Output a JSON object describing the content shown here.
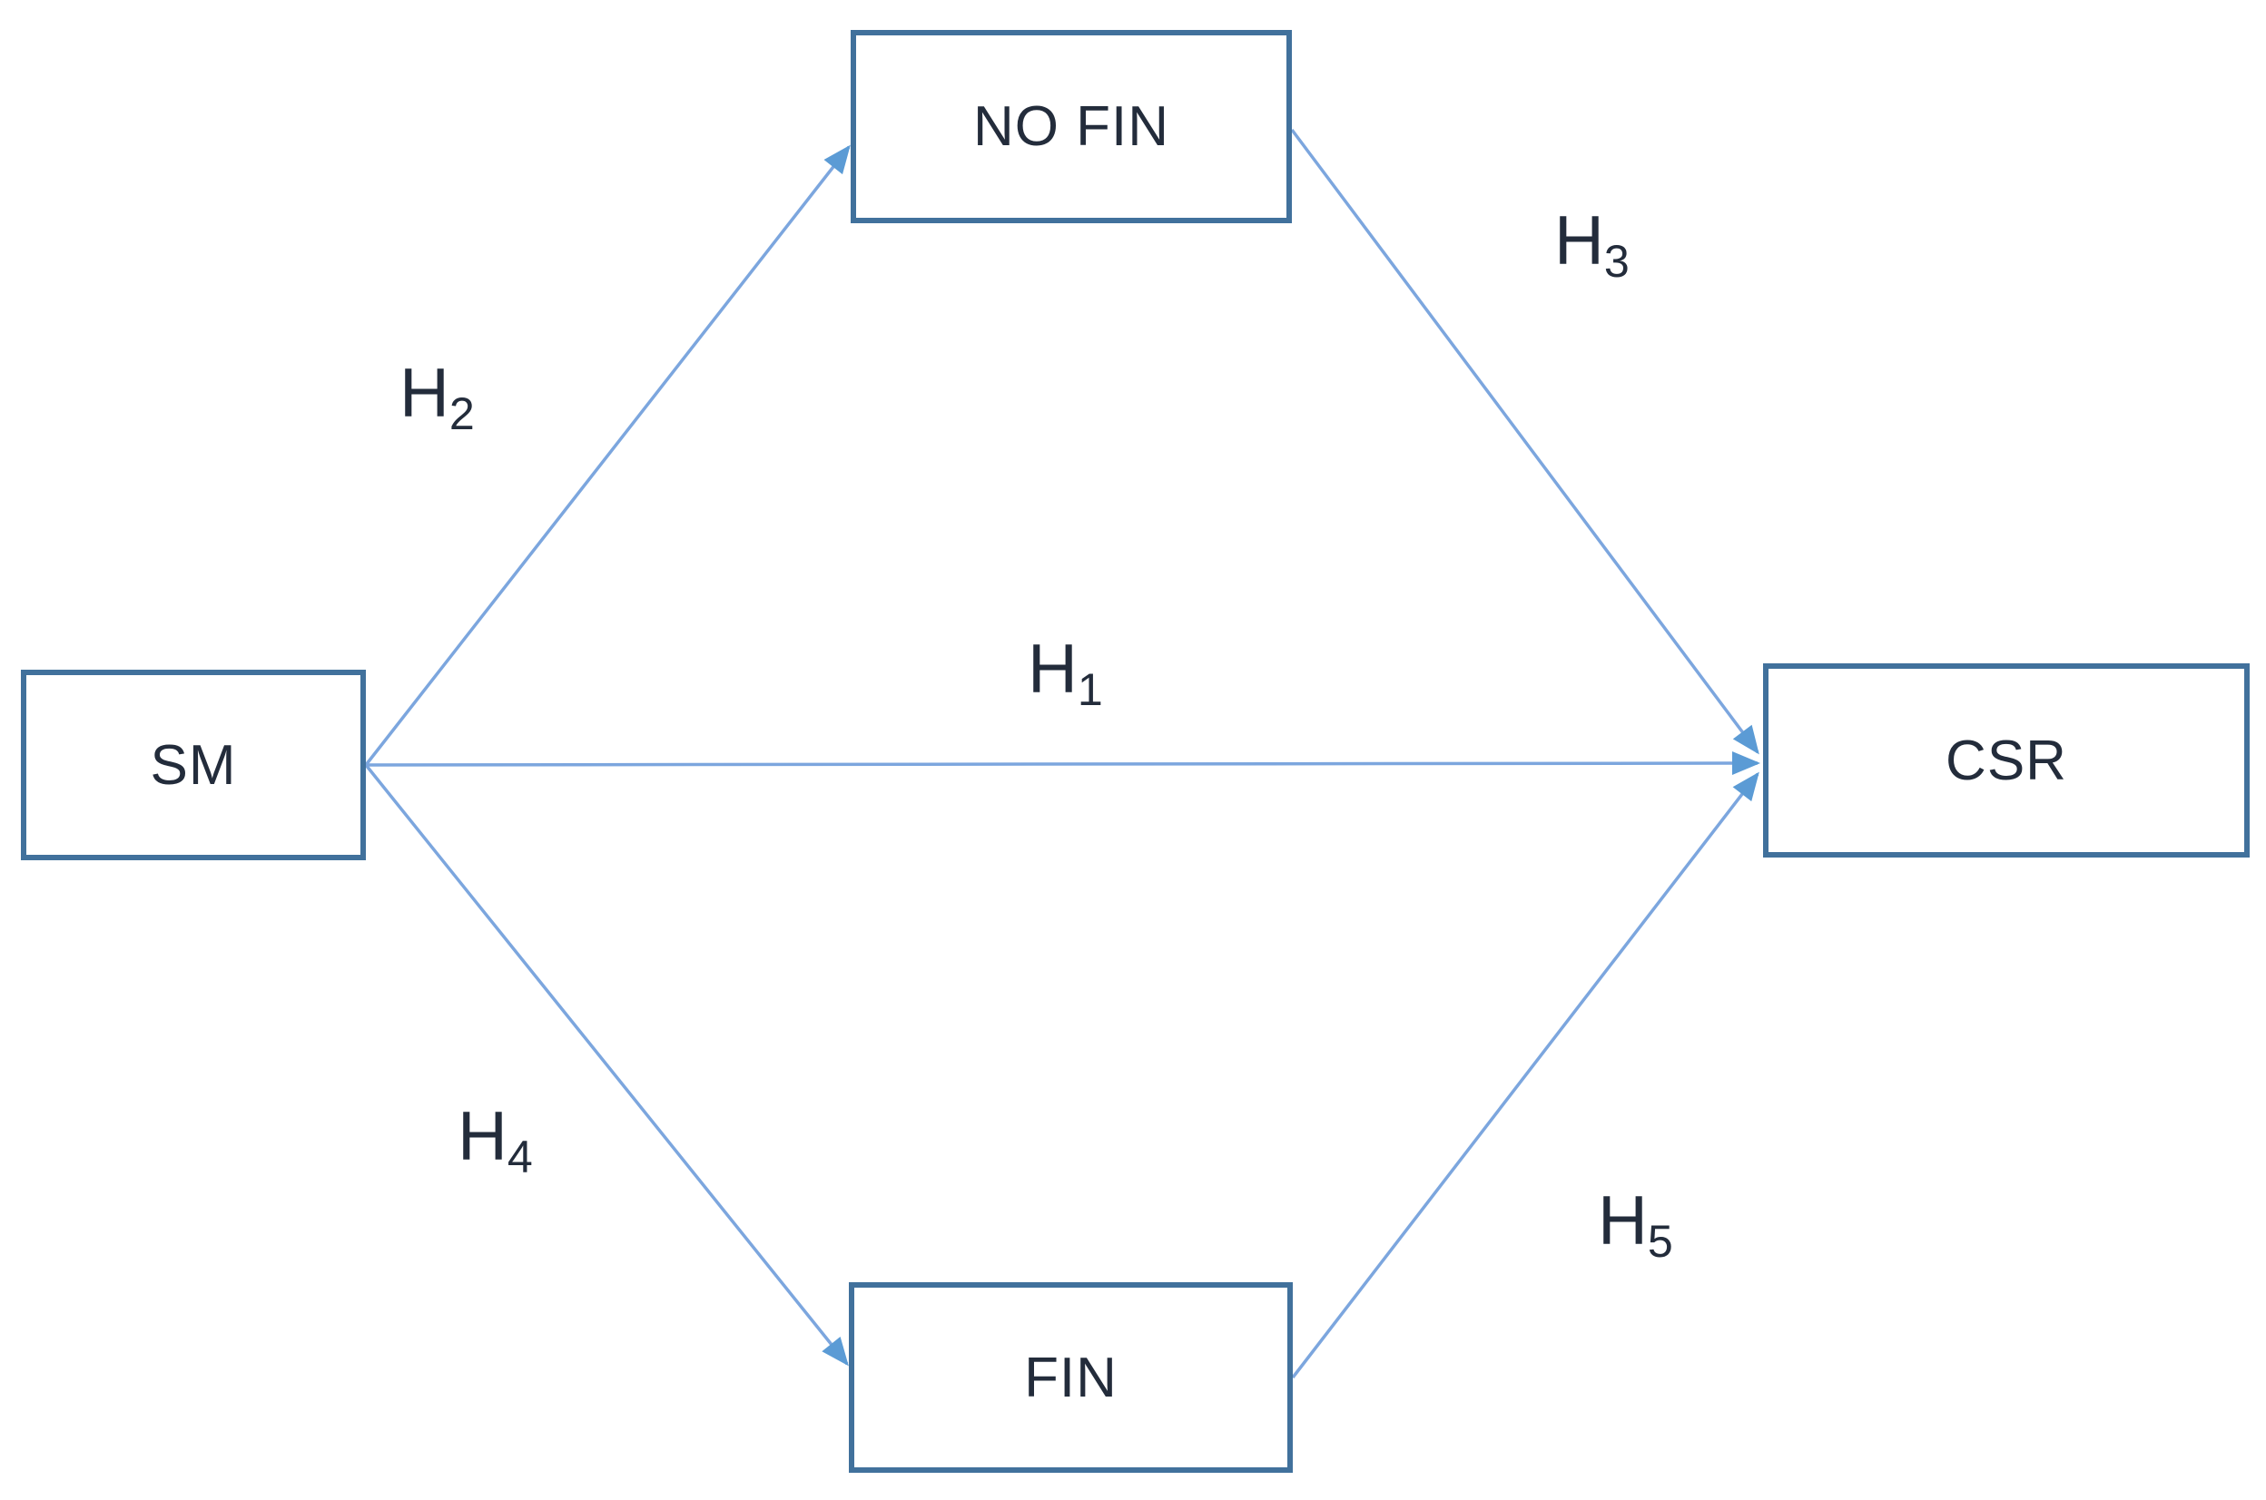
{
  "diagram_type": "path-model",
  "nodes": {
    "sm": {
      "label": "SM"
    },
    "no_fin": {
      "label": "NO FIN"
    },
    "fin": {
      "label": "FIN"
    },
    "csr": {
      "label": "CSR"
    }
  },
  "edges": [
    {
      "from": "SM",
      "to": "CSR",
      "label_main": "H",
      "label_sub": "1"
    },
    {
      "from": "SM",
      "to": "NO FIN",
      "label_main": "H",
      "label_sub": "2"
    },
    {
      "from": "NO FIN",
      "to": "CSR",
      "label_main": "H",
      "label_sub": "3"
    },
    {
      "from": "SM",
      "to": "FIN",
      "label_main": "H",
      "label_sub": "4"
    },
    {
      "from": "FIN",
      "to": "CSR",
      "label_main": "H",
      "label_sub": "5"
    }
  ],
  "colors": {
    "background": "#FFFFFF",
    "box_border": "#41719C",
    "connector": "#7CA6DE",
    "arrowhead": "#5B9BD5",
    "text": "#232C3B"
  }
}
